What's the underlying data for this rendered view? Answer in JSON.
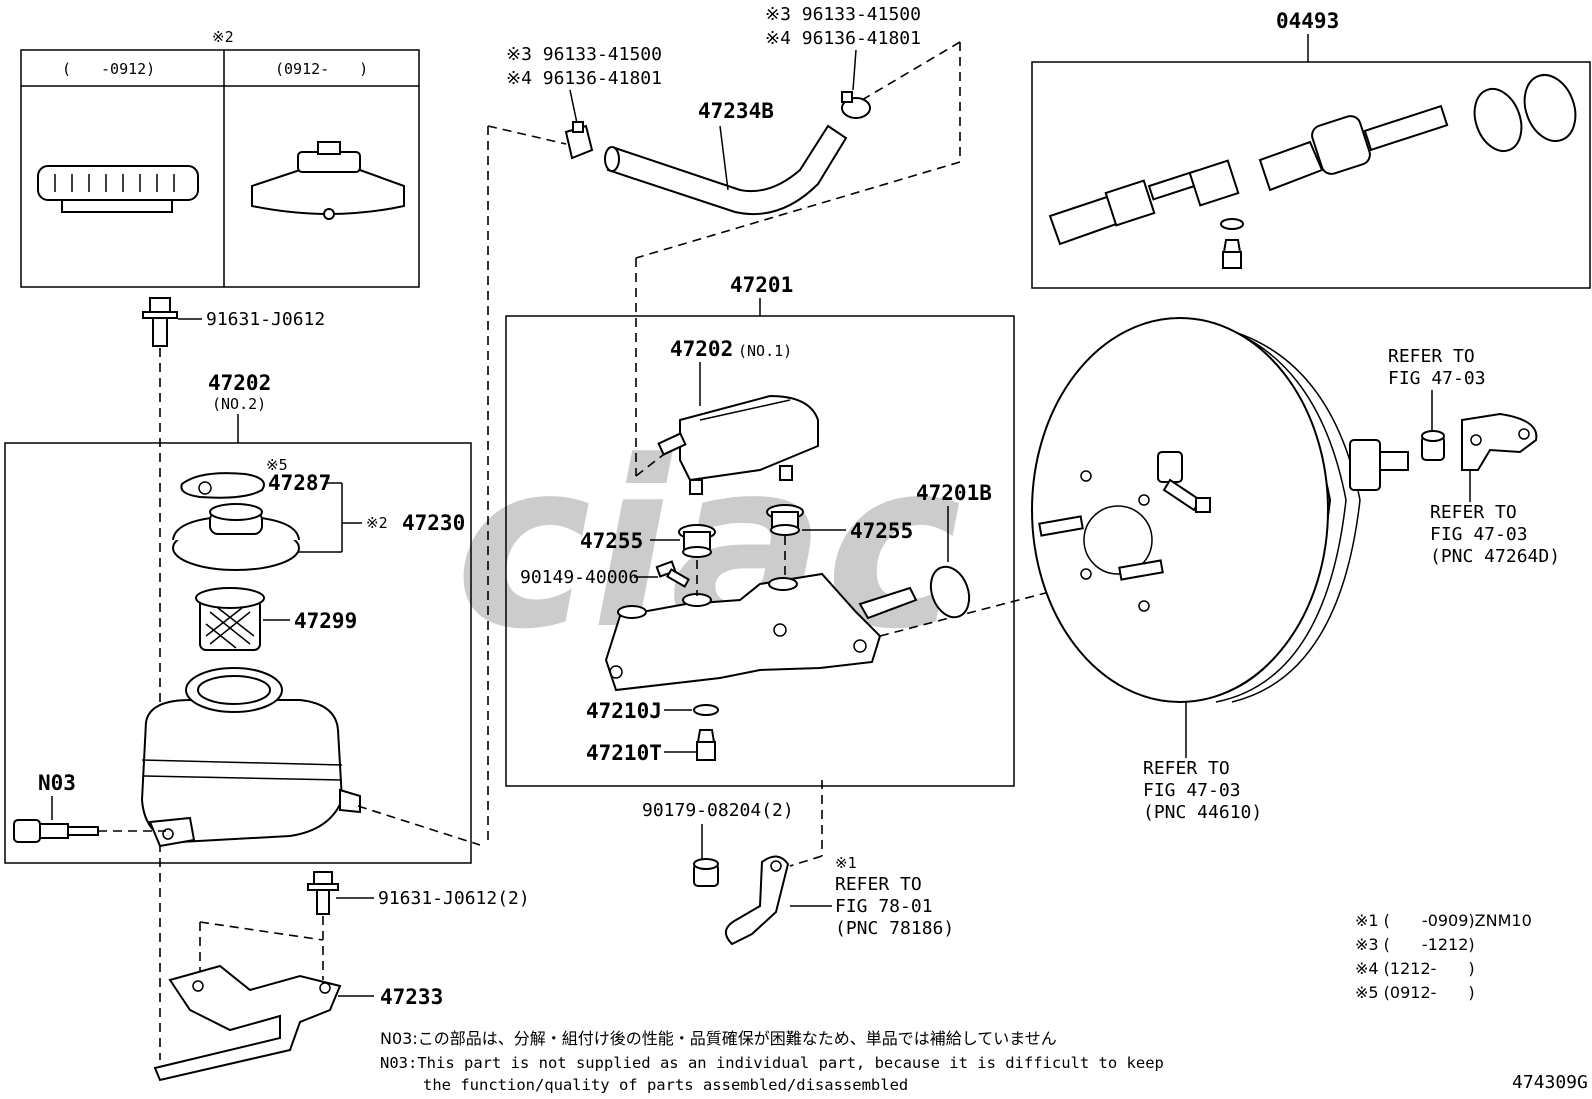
{
  "watermark": "ciac",
  "inset": {
    "marker": "※2",
    "col1": "(　　-0912)",
    "col2": "(0912-　　)"
  },
  "labels": {
    "bolt_top": "91631-J0612",
    "reservoir_no": "47202",
    "reservoir_sub": "(NO.2)",
    "gasket_mark": "※5",
    "gasket": "47287",
    "cap_mark": "※2",
    "cap_asm": "47230",
    "strainer": "47299",
    "sensor": "N03",
    "bolt_bottom": "91631-J0612(2)",
    "bracket": "47233",
    "clamp_left_a": "※3 96133-41500",
    "clamp_left_b": "※4 96136-41801",
    "clamp_right_a": "※3 96133-41500",
    "clamp_right_b": "※4 96136-41801",
    "hose": "47234B",
    "mc_assy": "47201",
    "reservoir_top": "47202",
    "reservoir_top_sub": "(NO.1)",
    "grommet_left": "47255",
    "grommet_right": "47255",
    "screw": "90149-40006",
    "oring": "47201B",
    "washer": "47210J",
    "plug": "47210T",
    "nut": "90179-08204(2)",
    "ref1_mark": "※1",
    "ref1_a": "REFER TO",
    "ref1_b": "FIG 78-01",
    "ref1_c": "(PNC 78186)",
    "kit": "04493",
    "ref_booster_a": "REFER TO",
    "ref_booster_b": "FIG 47-03",
    "ref_booster_c": "(PNC 44610)",
    "ref_top_a": "REFER TO",
    "ref_top_b": "FIG 47-03",
    "ref_clevis_a": "REFER TO",
    "ref_clevis_b": "FIG 47-03",
    "ref_clevis_c": "(PNC 47264D)"
  },
  "footnotes": [
    "※1 (　　-0909)ZNM10",
    "※3 (　　-1212)",
    "※4 (1212-　　)",
    "※5 (0912-　　)"
  ],
  "notes": {
    "jp": "N03:この部品は、分解・組付け後の性能・品質確保が困難なため、単品では補給していません",
    "en1": "N03:This part is not supplied as an individual part, because it is difficult to keep",
    "en2": "the function/quality of parts assembled/disassembled"
  },
  "figure_id": "474309G"
}
